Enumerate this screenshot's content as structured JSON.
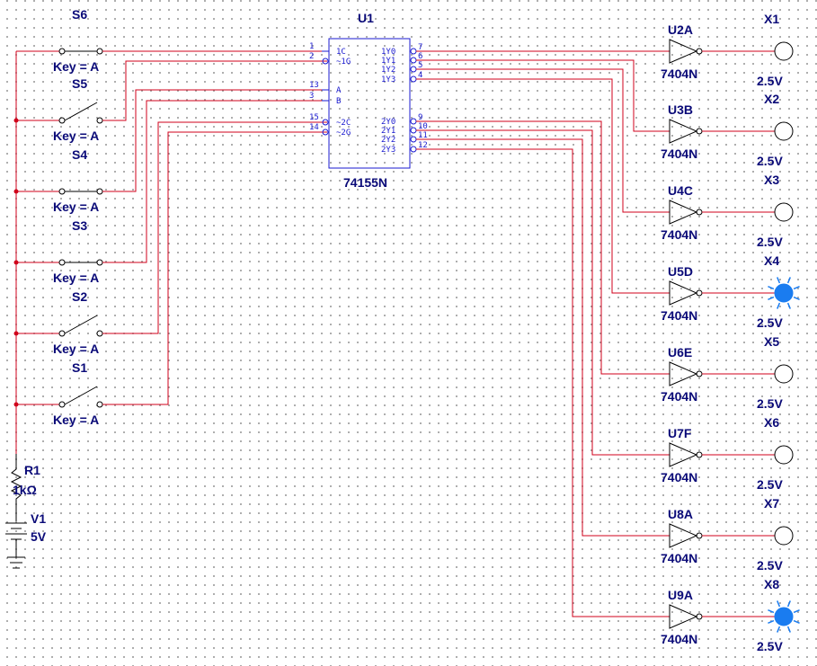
{
  "ic": {
    "ref": "U1",
    "part": "74155N",
    "left_pins": [
      {
        "num": "1",
        "name": "1C",
        "inv": false
      },
      {
        "num": "2",
        "name": "~1G",
        "inv": true
      },
      {
        "num": "13",
        "name": "A",
        "inv": false
      },
      {
        "num": "3",
        "name": "B",
        "inv": false
      },
      {
        "num": "15",
        "name": "~2C",
        "inv": true
      },
      {
        "num": "14",
        "name": "~2G",
        "inv": true
      }
    ],
    "right_pins": [
      {
        "num": "7",
        "name": "1Y0"
      },
      {
        "num": "6",
        "name": "1Y1"
      },
      {
        "num": "5",
        "name": "1Y2"
      },
      {
        "num": "4",
        "name": "1Y3"
      },
      {
        "num": "9",
        "name": "2Y0"
      },
      {
        "num": "10",
        "name": "2Y1"
      },
      {
        "num": "11",
        "name": "2Y2"
      },
      {
        "num": "12",
        "name": "2Y3"
      }
    ]
  },
  "switches": [
    {
      "ref": "S6",
      "key": "Key = A",
      "state": "closed"
    },
    {
      "ref": "S5",
      "key": "Key = A",
      "state": "open"
    },
    {
      "ref": "S4",
      "key": "Key = A",
      "state": "closed"
    },
    {
      "ref": "S3",
      "key": "Key = A",
      "state": "closed"
    },
    {
      "ref": "S2",
      "key": "Key = A",
      "state": "open"
    },
    {
      "ref": "S1",
      "key": "Key = A",
      "state": "open"
    }
  ],
  "inverters": [
    {
      "ref": "U2A",
      "part": "7404N"
    },
    {
      "ref": "U3B",
      "part": "7404N"
    },
    {
      "ref": "U4C",
      "part": "7404N"
    },
    {
      "ref": "U5D",
      "part": "7404N"
    },
    {
      "ref": "U6E",
      "part": "7404N"
    },
    {
      "ref": "U7F",
      "part": "7404N"
    },
    {
      "ref": "U8A",
      "part": "7404N"
    },
    {
      "ref": "U9A",
      "part": "7404N"
    }
  ],
  "probes": [
    {
      "ref": "X1",
      "voltage": "2.5V",
      "lit": false
    },
    {
      "ref": "X2",
      "voltage": "2.5V",
      "lit": false
    },
    {
      "ref": "X3",
      "voltage": "2.5V",
      "lit": false
    },
    {
      "ref": "X4",
      "voltage": "2.5V",
      "lit": true
    },
    {
      "ref": "X5",
      "voltage": "2.5V",
      "lit": false
    },
    {
      "ref": "X6",
      "voltage": "2.5V",
      "lit": false
    },
    {
      "ref": "X7",
      "voltage": "2.5V",
      "lit": false
    },
    {
      "ref": "X8",
      "voltage": "2.5V",
      "lit": true
    }
  ],
  "resistor": {
    "ref": "R1",
    "value": "1kΩ"
  },
  "source": {
    "ref": "V1",
    "value": "5V"
  },
  "colors": {
    "wire": "#d0021b",
    "label": "#0a0a78",
    "pin": "#1a1ad0",
    "probe_lit": "#1a7cf0"
  }
}
